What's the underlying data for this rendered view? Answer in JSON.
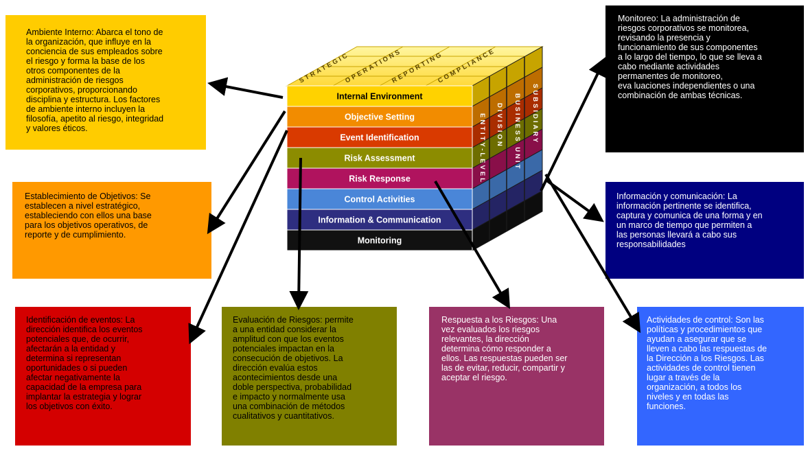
{
  "boxes": {
    "ambiente": "Ambiente Interno: Abarca el tono de\nla organización, que influye en la\nconciencia de sus empleados sobre\nel riesgo y forma la base de los\notros componentes de la\nadministración de riesgos\ncorporativos, proporcionando\ndisciplina y estructura. Los factores\nde ambiente interno incluyen la\nfilosofía, apetito al riesgo, integridad\ny valores éticos.",
    "objetivos": "Establecimiento de Objetivos: Se\nestablecen a nivel estratégico,\nestableciendo con ellos una base\npara los objetivos operativos, de\nreporte y de cumplimiento.",
    "eventos": "Identificación de eventos: La\ndirección identifica los eventos\npotenciales que, de ocurrir,\nafectarán a la entidad y\ndetermina si representan\noportunidades o si pueden\nafectar negativamente la\ncapacidad de la empresa para\nimplantar la estrategia y lograr\nlos objetivos con éxito.",
    "evaluacion": "Evaluación de Riesgos: permite\na una entidad considerar la\namplitud con que los eventos\npotenciales impactan en la\nconsecución de objetivos. La\ndirección evalúa   estos\nacontecimientos desde una\ndoble perspectiva, probabilidad\ne impacto y normalmente usa\nuna combinación de métodos\ncualitativos y cuantitativos.",
    "respuesta": "Respuesta a los Riesgos: Una\nvez evaluados los riesgos\nrelevantes, la dirección\ndetermina cómo responder   a\nellos. Las respuestas pueden ser\nlas de evitar, reducir, compartir y\naceptar el riesgo.",
    "actividades": "Actividades de control: Son las\npolíticas y procedimientos que\nayudan a asegurar que se\nlleven a cabo las respuestas de\nla Dirección a los Riesgos. Las\nactividades de control tienen\nlugar a través de la\norganización, a todos los\nniveles y en todas las\nfunciones.",
    "informacion": "Información y comunicación: La\ninformación pertinente se identifica,\ncaptura y comunica de una forma y en\nun marco de tiempo que permiten a\nlas personas llevará a cabo sus\nresponsabilidades",
    "monitoreo": "Monitoreo: La administración de\nriesgos corporativos se monitorea,\nrevisando la presencia y\nfuncionamiento de sus componentes\na lo largo del tiempo, lo que se lleva a\ncabo mediante actividades\npermanentes de monitoreo,\neva luaciones independientes o una\ncombinación de ambas técnicas."
  },
  "cube": {
    "layers": [
      {
        "label": "Internal Environment",
        "color": "#FFD200"
      },
      {
        "label": "Objective Setting",
        "color": "#F28C00"
      },
      {
        "label": "Event Identification",
        "color": "#D93A00"
      },
      {
        "label": "Risk Assessment",
        "color": "#8C8C00"
      },
      {
        "label": "Risk Response",
        "color": "#B0135E"
      },
      {
        "label": "Control Activities",
        "color": "#4A86D8"
      },
      {
        "label": "Information & Communication",
        "color": "#2E2E80"
      },
      {
        "label": "Monitoring",
        "color": "#111111"
      }
    ],
    "top_labels": [
      "STRATEGIC",
      "OPERATIONS",
      "REPORTING",
      "COMPLIANCE"
    ],
    "side_labels": [
      "ENTITY-LEVEL",
      "DIVISION",
      "BUSINESS UNIT",
      "SUBSIDIARY"
    ]
  }
}
